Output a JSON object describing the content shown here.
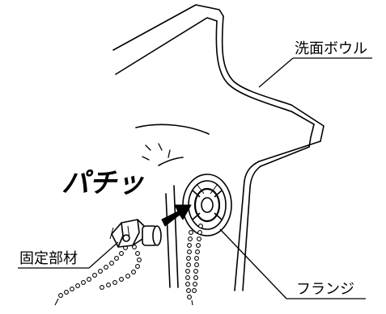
{
  "labels": {
    "basin": "洗面ボウル",
    "fixing_part": "固定部材",
    "flange": "フランジ"
  },
  "sound_effect": "パチッ"
}
